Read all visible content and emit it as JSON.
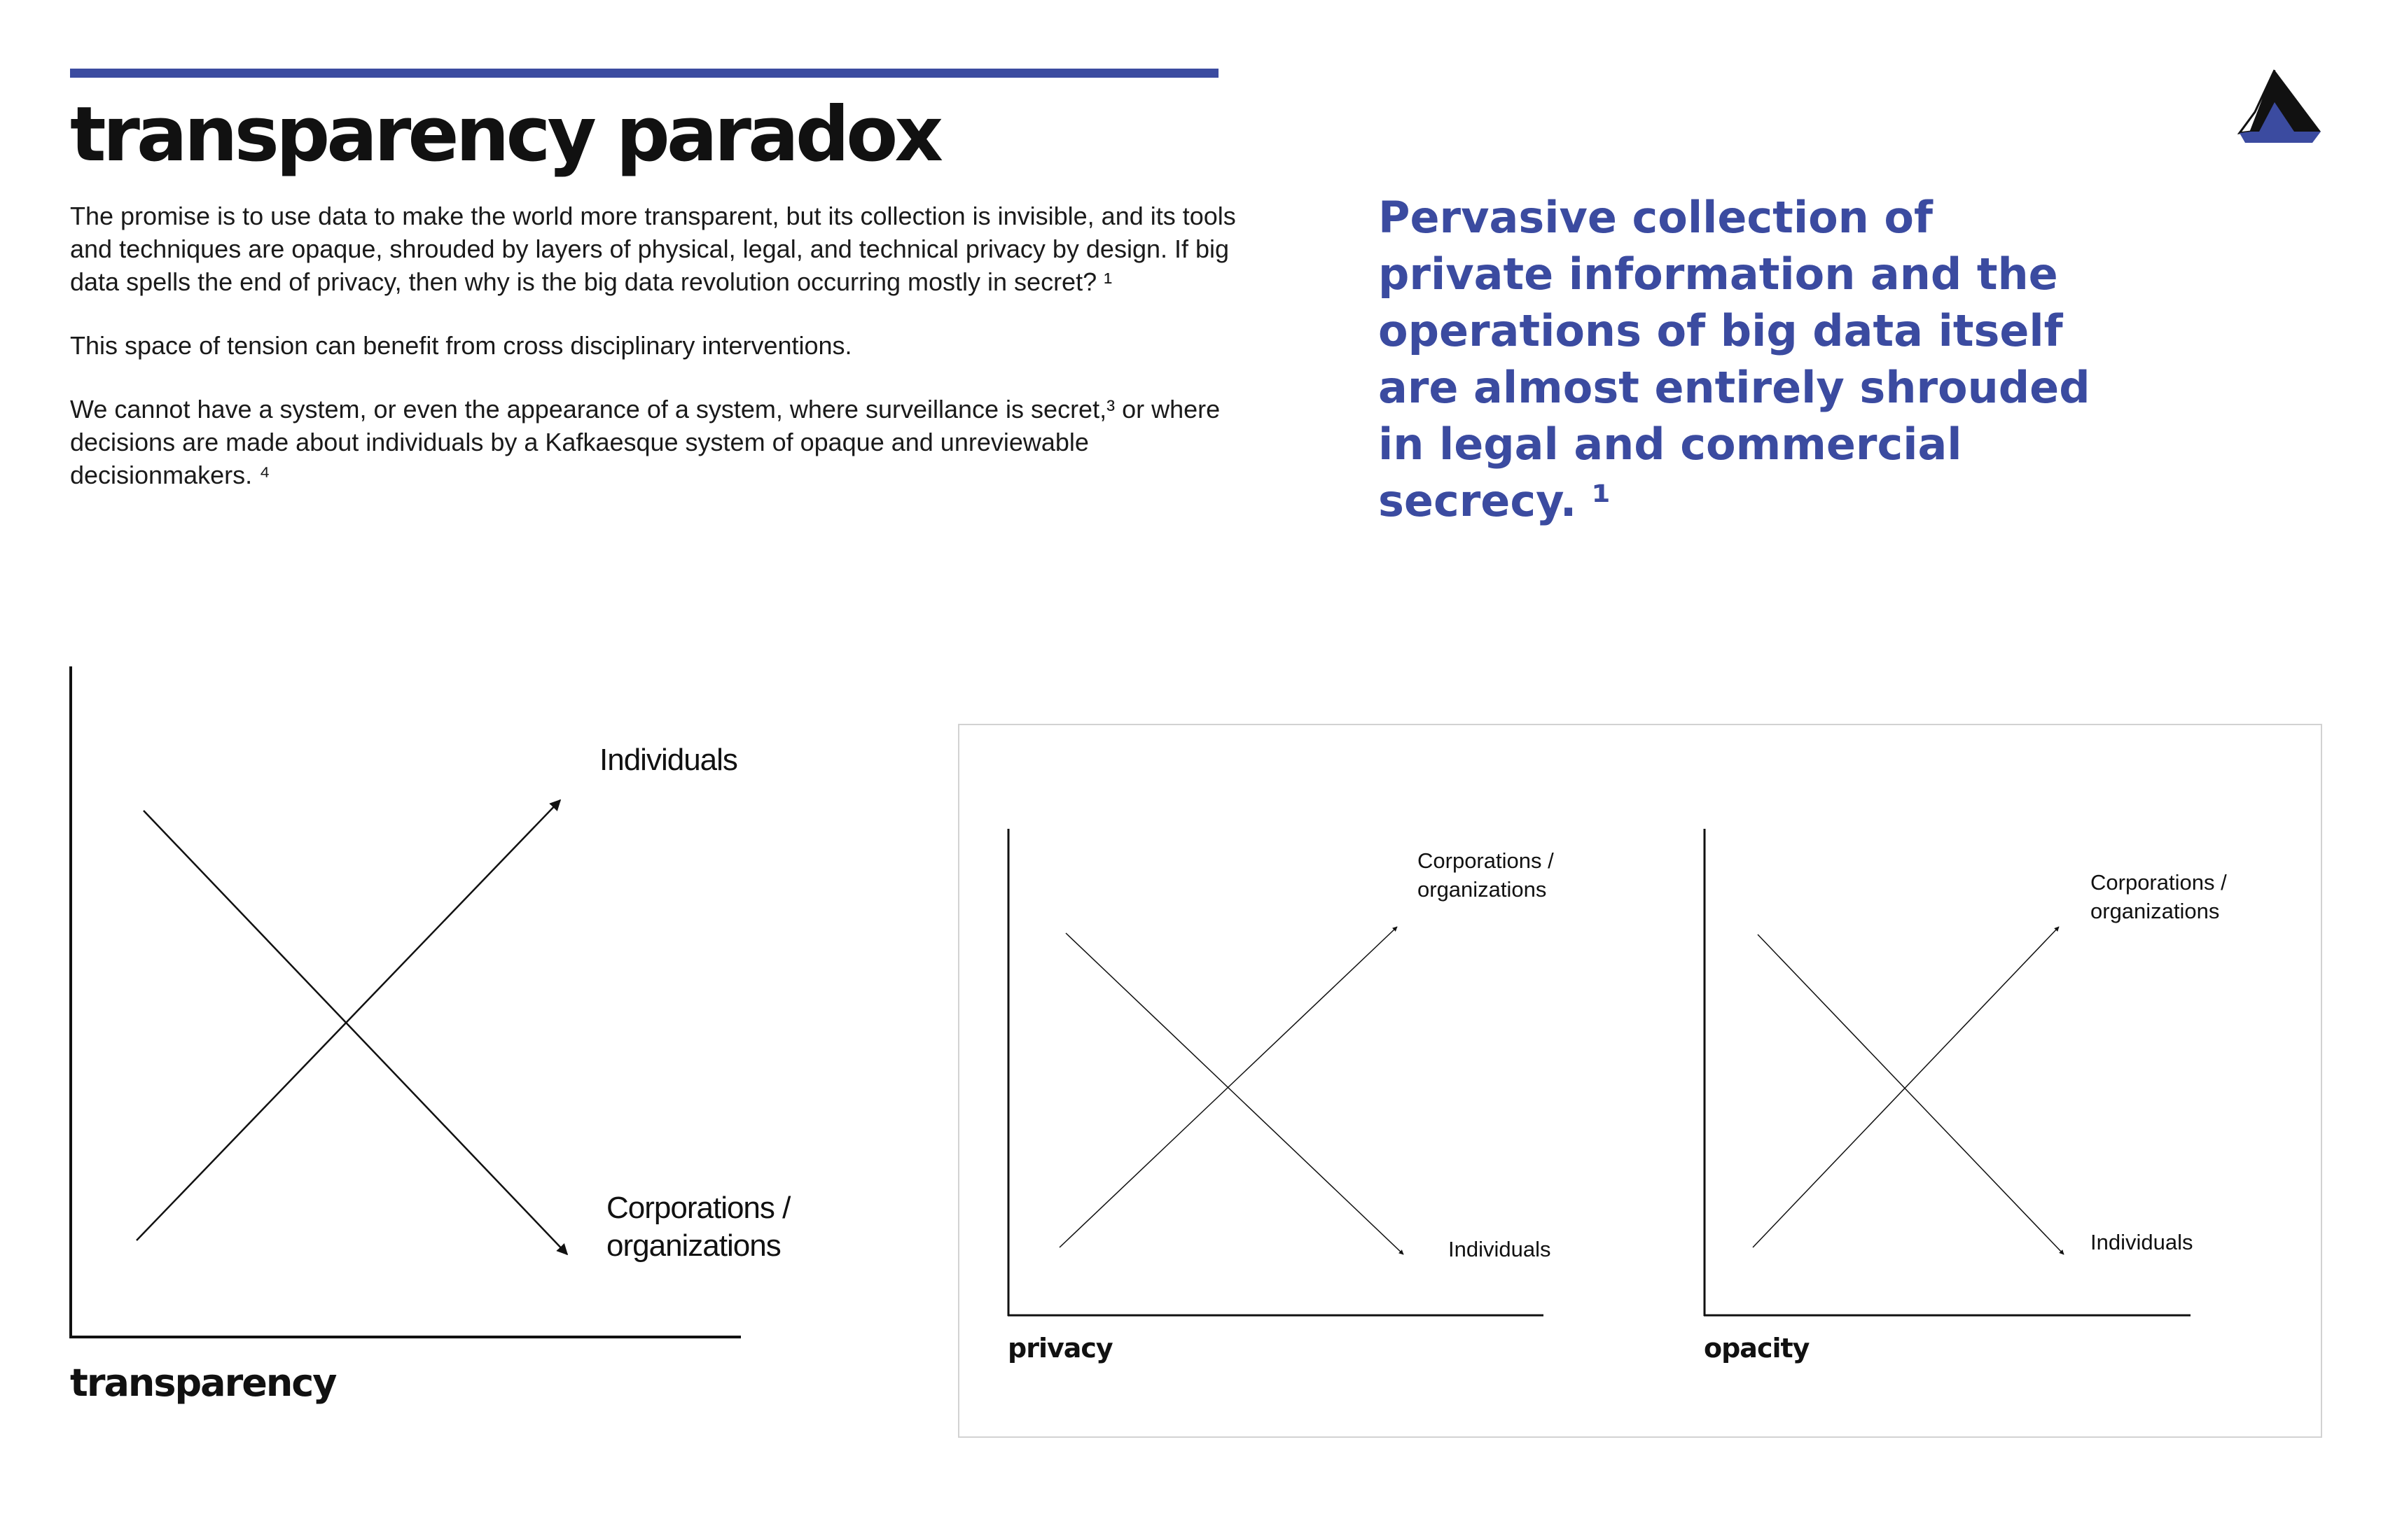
{
  "page": {
    "title": "transparency paradox",
    "accent_color": "#3b4ba0",
    "logo_icon": "triangle-logo-icon"
  },
  "body": {
    "paragraphs": [
      "The promise is to use data to make the world more transparent, but its collection is invisible, and its tools and techniques are opaque, shrouded by layers of physical, legal, and technical privacy by design. If big data spells the end of privacy, then why is the big data revolution occurring mostly in secret? ¹",
      "This space of tension can benefit from cross disciplinary interventions.",
      "We cannot have a system, or even the appearance of a system, where surveillance is secret,³ or where decisions are made about individuals by a Kafkaesque system of opaque and unreviewable decisionmakers. ⁴"
    ]
  },
  "quote": {
    "text": "Pervasive collection of private information and the operations of big data itself are almost entirely shrouded in legal and commercial secrecy. ¹"
  },
  "diagrams": {
    "transparency": {
      "axis_label": "transparency",
      "rising_label": "Individuals",
      "falling_label": "Corporations /\norganizations"
    },
    "privacy": {
      "axis_label": "privacy",
      "rising_label": "Corporations /\norganizations",
      "falling_label": "Individuals"
    },
    "opacity": {
      "axis_label": "opacity",
      "rising_label": "Corporations /\norganizations",
      "falling_label": "Individuals"
    }
  }
}
